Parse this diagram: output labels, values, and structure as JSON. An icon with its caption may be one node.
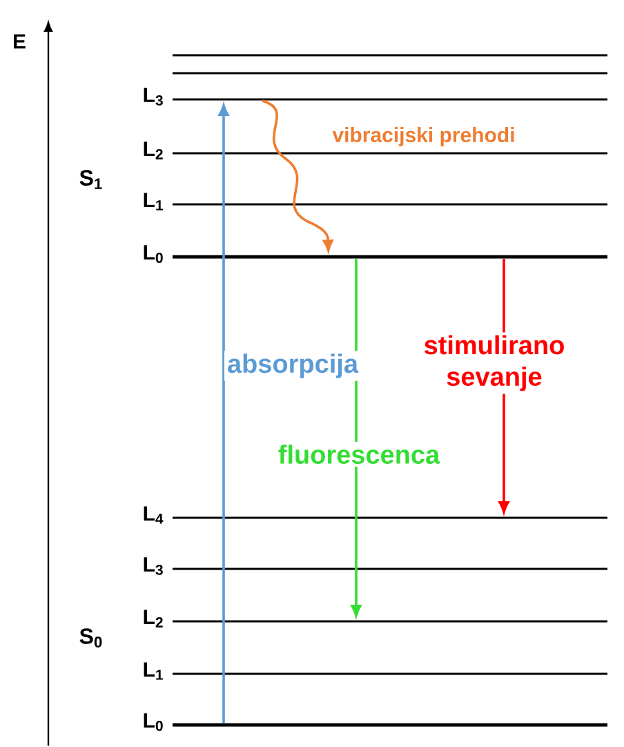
{
  "diagram": {
    "nodes": [
      {
        "text": [],
        "shape": "bar"
      },
      {
        "text": [],
        "shape": "bar"
      },
      {
        "text": [],
        "shape": "bar",
        "beside": [
          "L$_{3}$"
        ]
      },
      {
        "text": [],
        "shape": "bar",
        "beside": [
          "L$_{2}$"
        ]
      },
      {
        "text": [],
        "shape": "bar",
        "beside": [
          "L$_{1}$"
        ]
      },
      {
        "text": [],
        "shape": "bar",
        "beside": [
          "L$_{0}$"
        ]
      },
      {
        "text": [],
        "shape": "bar",
        "beside": [
          "L$_{4}$"
        ]
      },
      {
        "text": [],
        "shape": "bar",
        "beside": [
          "L$_{3}$"
        ]
      },
      {
        "text": [],
        "shape": "bar",
        "beside": [
          "L$_{2}$"
        ]
      },
      {
        "text": [],
        "shape": "bar",
        "beside": [
          "L$_{1}$"
        ]
      },
      {
        "text": [],
        "shape": "bar",
        "beside": [
          "L$_{0}$"
        ]
      }
    ],
    "edges": [
      {
        "from": 10,
        "to": 2,
        "arrow": "to",
        "color": "#5b9bd5",
        "label": "absorpcija"
      },
      {
        "from": 2,
        "to": 5,
        "arrow": "to",
        "color": "#ed7d31",
        "label": "vibracijski prehodi"
      },
      {
        "from": 5,
        "to": 8,
        "arrow": "to",
        "color": "#33dd33",
        "label": "fluorescenca"
      },
      {
        "from": 5,
        "to": 6,
        "arrow": "to",
        "color": "#ff0000",
        "label": "stimulirano sevanje"
      }
    ],
    "labels": [
      "E",
      "S$_{1}$",
      "S$_{0}$"
    ]
  }
}
